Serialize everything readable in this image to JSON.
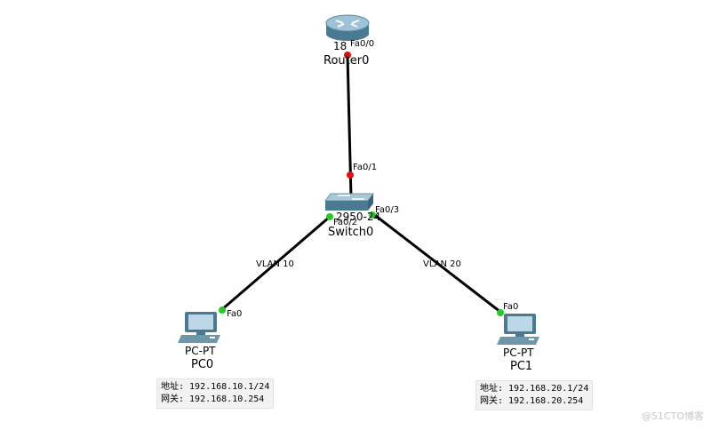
{
  "devices": {
    "router": {
      "model": "18",
      "name": "Router0"
    },
    "switch": {
      "model": "2950-24",
      "name": "Switch0"
    },
    "pc0": {
      "model": "PC-PT",
      "name": "PC0"
    },
    "pc1": {
      "model": "PC-PT",
      "name": "PC1"
    }
  },
  "ports": {
    "router_fa00": "Fa0/0",
    "switch_fa01": "Fa0/1",
    "switch_fa02": "Fa0/2",
    "switch_fa03": "Fa0/3",
    "pc0_fa0": "Fa0",
    "pc1_fa0": "Fa0"
  },
  "links": {
    "vlan_left": "VLAN 10",
    "vlan_right": "VLAN 20"
  },
  "notes": {
    "pc0": {
      "addr": "地址: 192.168.10.1/24",
      "gw": "网关: 192.168.10.254"
    },
    "pc1": {
      "addr": "地址: 192.168.20.1/24",
      "gw": "网关: 192.168.20.254"
    }
  },
  "colors": {
    "link_down": "#e01010",
    "link_up": "#22cc22",
    "cable": "#000000"
  },
  "watermark": "@51CTO博客"
}
